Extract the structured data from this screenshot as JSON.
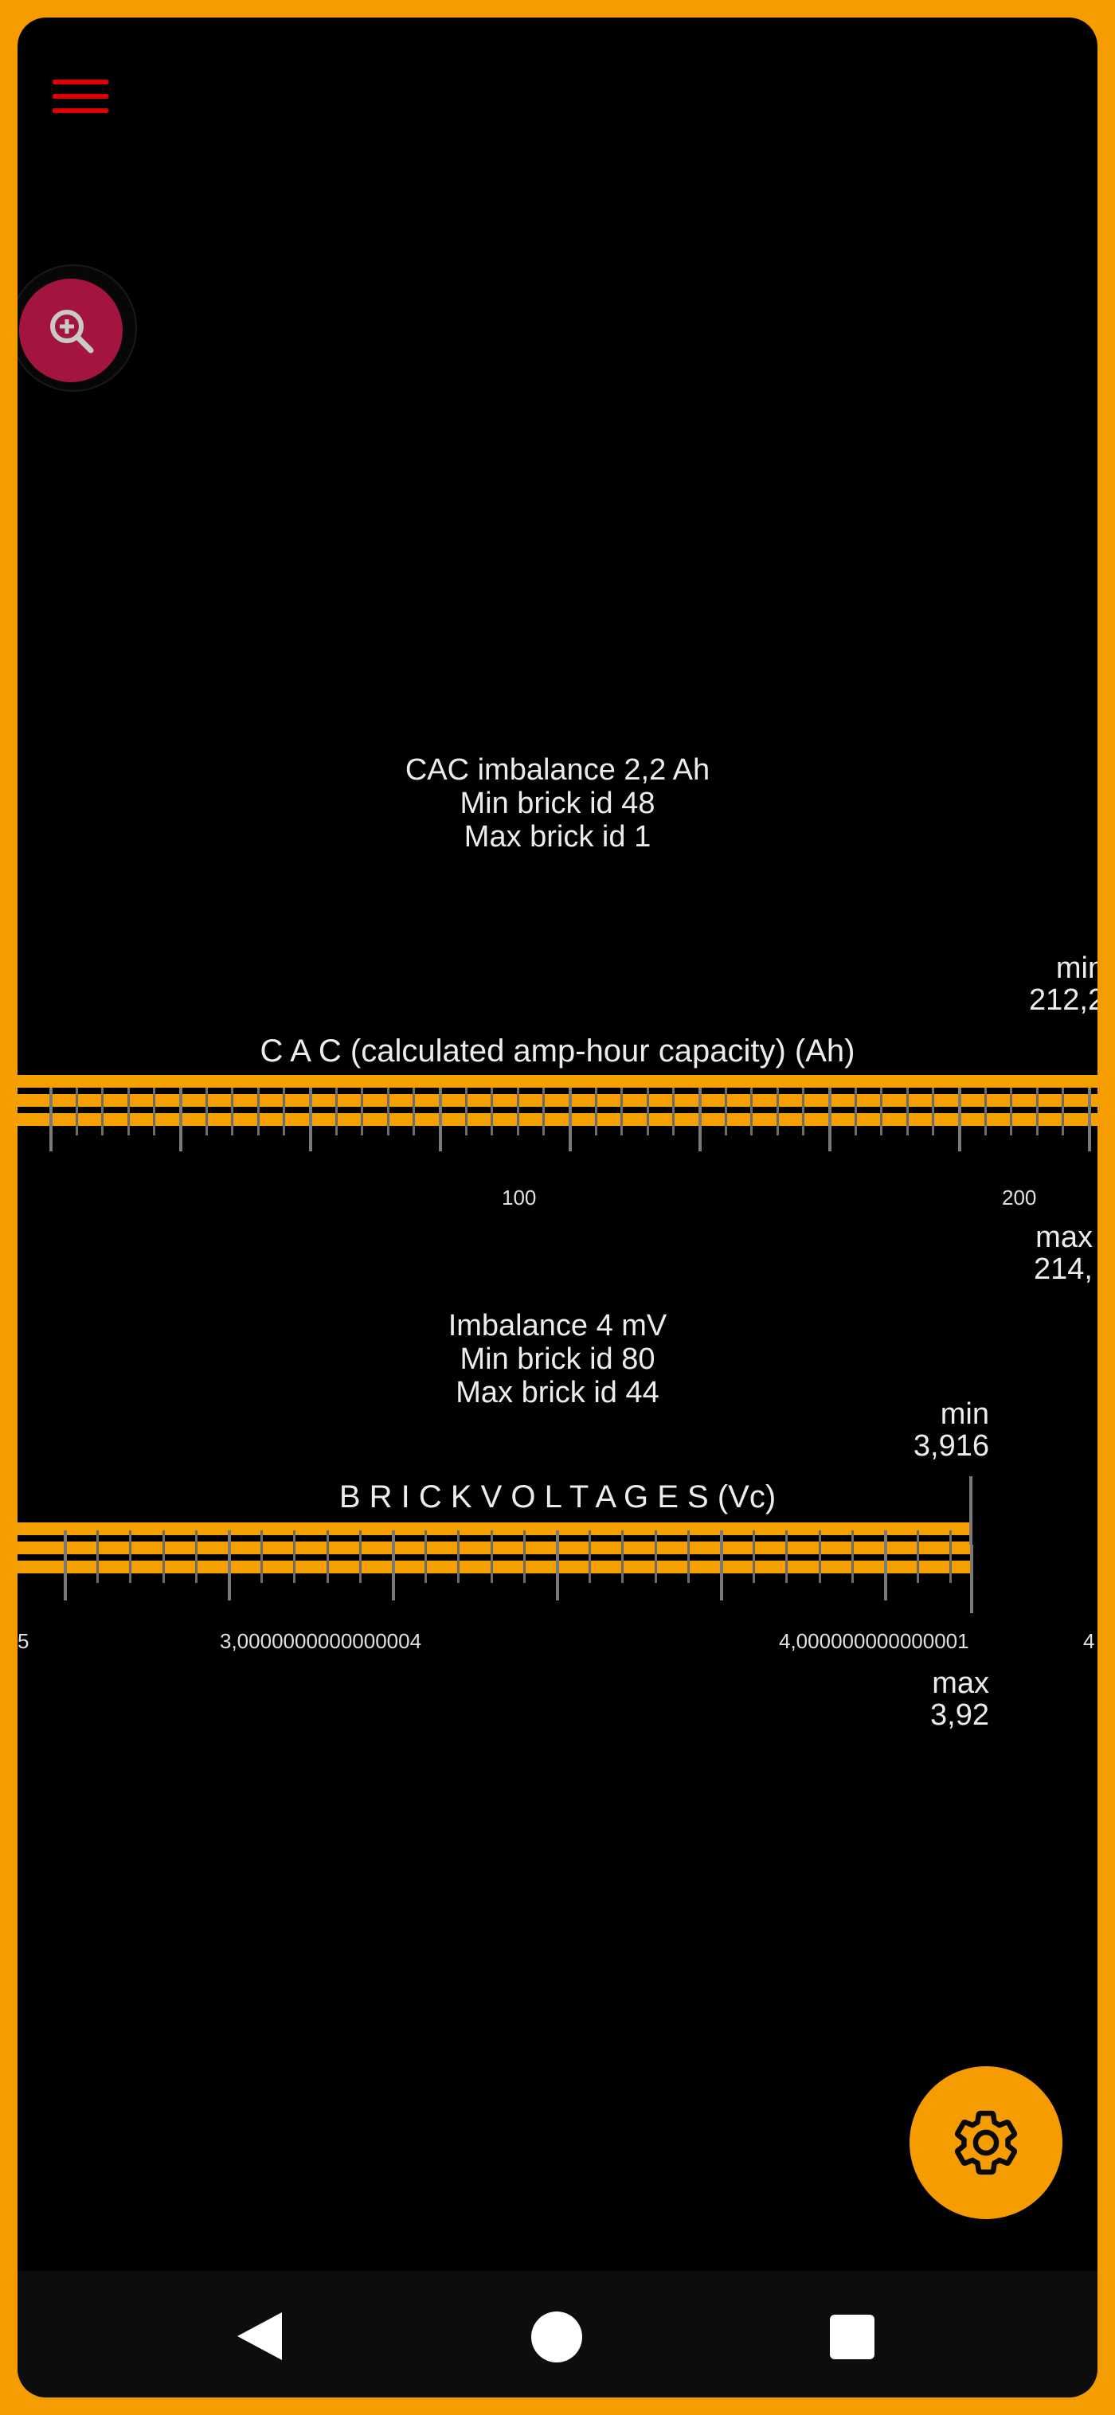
{
  "toolbar": {
    "menu_icon": "hamburger-menu-icon",
    "menu_color": "#e10000"
  },
  "zoom": {
    "icon": "zoom-in-icon",
    "color": "#a3153e"
  },
  "cac": {
    "summary_lines": [
      "CAC imbalance 2,2 Ah",
      "Min brick id  48",
      "Max brick id  1"
    ],
    "title": "C A C  (calculated amp-hour capacity) (Ah)",
    "tick_labels": [
      "100",
      "200"
    ],
    "min_label": "min",
    "min_value": "212,2",
    "max_label": "max",
    "max_value": "214,"
  },
  "voltages": {
    "summary_lines": [
      "Imbalance 4 mV",
      "Min brick id  80",
      "Max brick id  44"
    ],
    "title": "B R I C K  V O L T A G E S (Vc)",
    "tick_labels": [
      "5",
      "3,0000000000000004",
      "4,000000000000001",
      "4"
    ],
    "min_label": "min",
    "min_value": "3,916",
    "max_label": "max",
    "max_value": "3,92"
  },
  "fab": {
    "icon": "gear-icon",
    "color": "#f59c00"
  },
  "navbar": {
    "back_icon": "back-triangle-icon",
    "home_icon": "home-circle-icon",
    "recents_icon": "recents-square-icon"
  },
  "colors": {
    "frame": "#f59c00",
    "bar": "#f5a000",
    "background": "#000000"
  }
}
